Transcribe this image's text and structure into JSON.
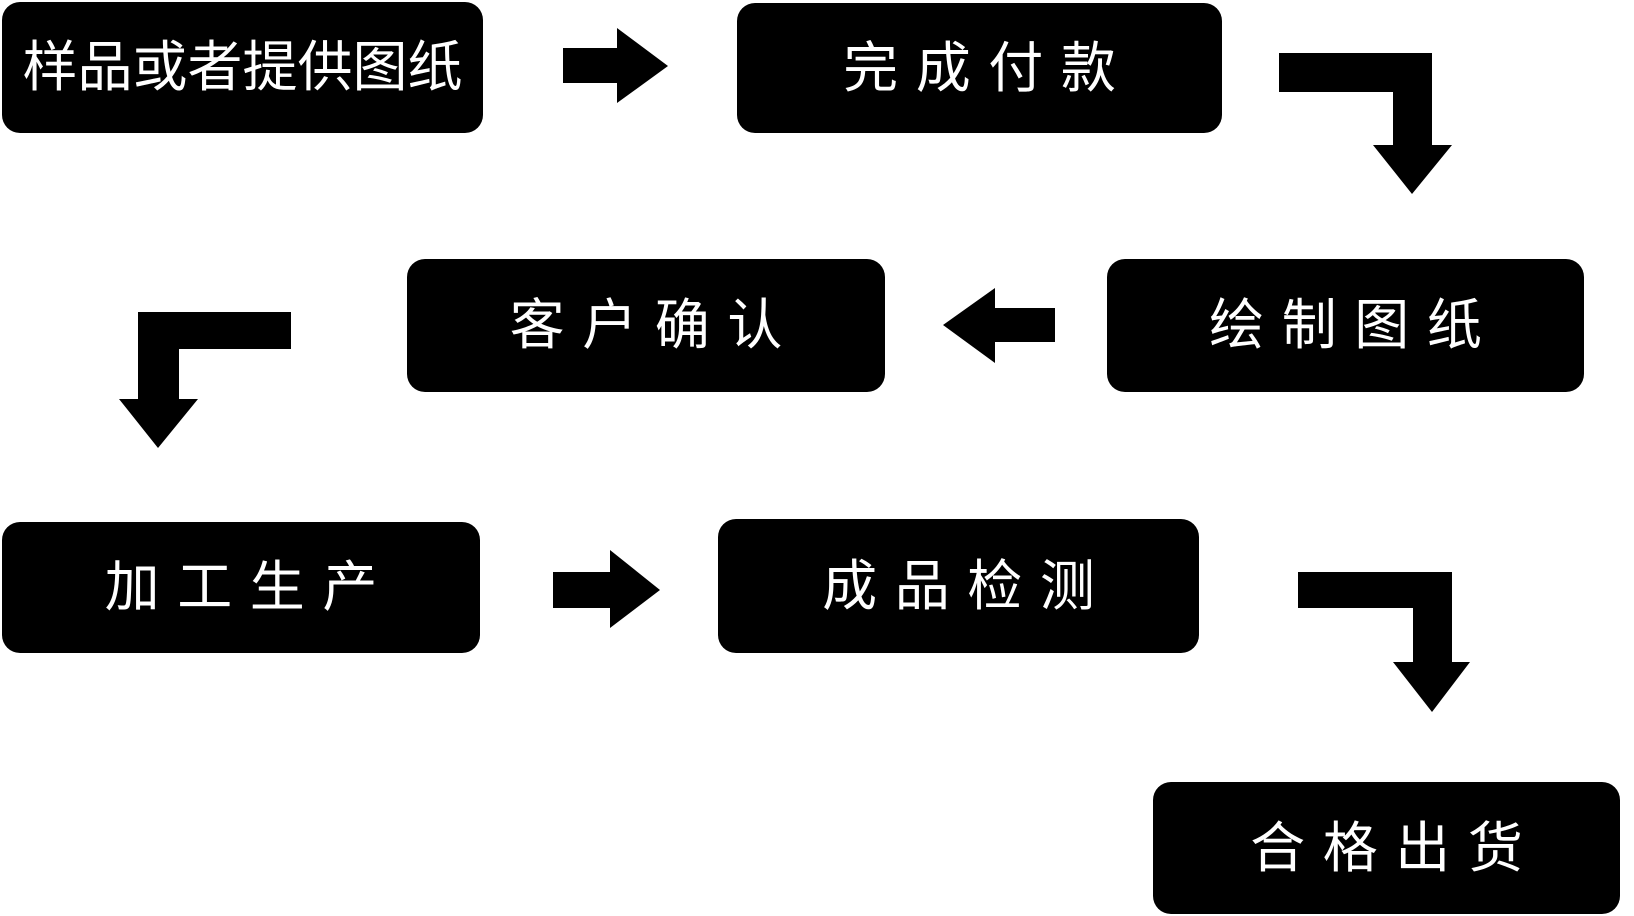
{
  "diagram_type": "flowchart",
  "colors": {
    "background": "#ffffff",
    "node_bg": "#000000",
    "node_text": "#ffffff",
    "arrow": "#000000"
  },
  "nodes": [
    {
      "id": "step1",
      "label": "样品或者提供图纸"
    },
    {
      "id": "step2",
      "label": "完成付款"
    },
    {
      "id": "step3",
      "label": "绘制图纸"
    },
    {
      "id": "step4",
      "label": "客户确认"
    },
    {
      "id": "step5",
      "label": "加工生产"
    },
    {
      "id": "step6",
      "label": "成品检测"
    },
    {
      "id": "step7",
      "label": "合格出货"
    }
  ],
  "edges": [
    {
      "from": "样品或者提供图纸",
      "to": "完成付款",
      "shape": "right-arrow"
    },
    {
      "from": "完成付款",
      "to": "绘制图纸",
      "shape": "elbow-right-down-arrow"
    },
    {
      "from": "绘制图纸",
      "to": "客户确认",
      "shape": "left-arrow"
    },
    {
      "from": "客户确认",
      "to": "加工生产",
      "shape": "elbow-left-down-arrow"
    },
    {
      "from": "加工生产",
      "to": "成品检测",
      "shape": "right-arrow"
    },
    {
      "from": "成品检测",
      "to": "合格出货",
      "shape": "elbow-right-down-arrow"
    }
  ]
}
